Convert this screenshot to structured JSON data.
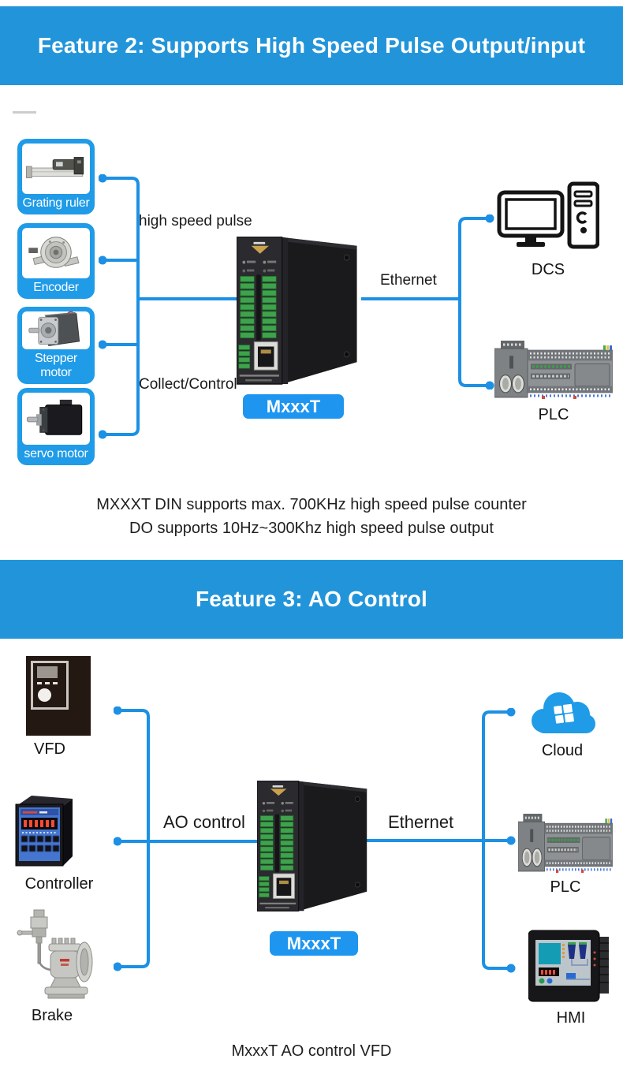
{
  "colors": {
    "banner_blue": "#2295DA",
    "box_blue": "#1F9BE8",
    "line_blue": "#1C90E4",
    "button_blue": "#1E96F0"
  },
  "banners": {
    "feature2": "Feature 2: Supports High Speed Pulse Output/input",
    "feature3": "Feature 3: AO Control"
  },
  "diagram1": {
    "sources": [
      {
        "label": "Grating ruler"
      },
      {
        "label": "Encoder"
      },
      {
        "label": "Stepper motor"
      },
      {
        "label": "servo motor"
      }
    ],
    "pulse_label": "high speed pulse",
    "collect_label": "Collect/Control",
    "ethernet_label": "Ethernet",
    "device_label": "MxxxT",
    "targets": [
      {
        "label": "DCS"
      },
      {
        "label": "PLC"
      }
    ],
    "captions": [
      "MXXXT DIN supports max. 700KHz high speed pulse counter",
      "DO supports 10Hz~300Khz high speed pulse output"
    ]
  },
  "diagram2": {
    "sources": [
      {
        "label": "VFD"
      },
      {
        "label": "Controller"
      },
      {
        "label": "Brake"
      }
    ],
    "ao_label": "AO control",
    "ethernet_label": "Ethernet",
    "device_label": "MxxxT",
    "targets": [
      {
        "label": "Cloud"
      },
      {
        "label": "PLC"
      },
      {
        "label": "HMI"
      }
    ],
    "caption": "MxxxT AO control VFD"
  }
}
